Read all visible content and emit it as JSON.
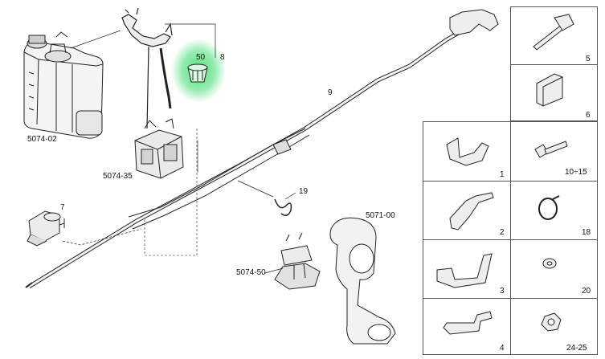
{
  "callouts": {
    "tank": "5074-02",
    "pump_module": "5074-35",
    "tank_unit": "5074-50",
    "tube": "5071-00",
    "pump": "7",
    "clip": "19",
    "line": "9",
    "highlight_qty": "50",
    "highlight_ref": "8"
  },
  "parts_grid": {
    "cells": [
      {
        "num": "5"
      },
      {
        "num": "6"
      },
      {
        "num": "1"
      },
      {
        "num": "10÷15"
      },
      {
        "num": "2"
      },
      {
        "num": "18"
      },
      {
        "num": "3"
      },
      {
        "num": "20"
      },
      {
        "num": "4"
      },
      {
        "num": "24-25"
      }
    ]
  },
  "colors": {
    "highlight": "#3ddc6e",
    "line_art": "#222222",
    "frame": "#555555"
  }
}
